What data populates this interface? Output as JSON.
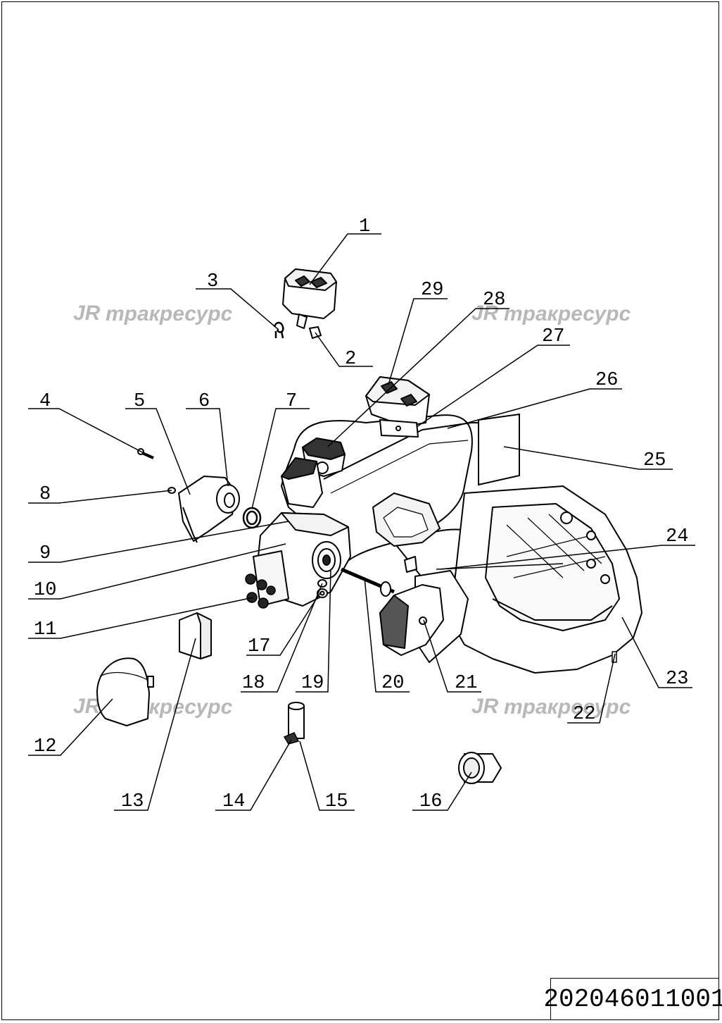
{
  "document_number": "202046011001",
  "watermark_text": "тракресурс",
  "callouts": [
    {
      "label": "1"
    },
    {
      "label": "2"
    },
    {
      "label": "3"
    },
    {
      "label": "4"
    },
    {
      "label": "5"
    },
    {
      "label": "6"
    },
    {
      "label": "7"
    },
    {
      "label": "8"
    },
    {
      "label": "9"
    },
    {
      "label": "10"
    },
    {
      "label": "11"
    },
    {
      "label": "12"
    },
    {
      "label": "13"
    },
    {
      "label": "14"
    },
    {
      "label": "15"
    },
    {
      "label": "16"
    },
    {
      "label": "17"
    },
    {
      "label": "18"
    },
    {
      "label": "19"
    },
    {
      "label": "20"
    },
    {
      "label": "21"
    },
    {
      "label": "22"
    },
    {
      "label": "23"
    },
    {
      "label": "24"
    },
    {
      "label": "25"
    },
    {
      "label": "26"
    },
    {
      "label": "27"
    },
    {
      "label": "28"
    },
    {
      "label": "29"
    }
  ]
}
